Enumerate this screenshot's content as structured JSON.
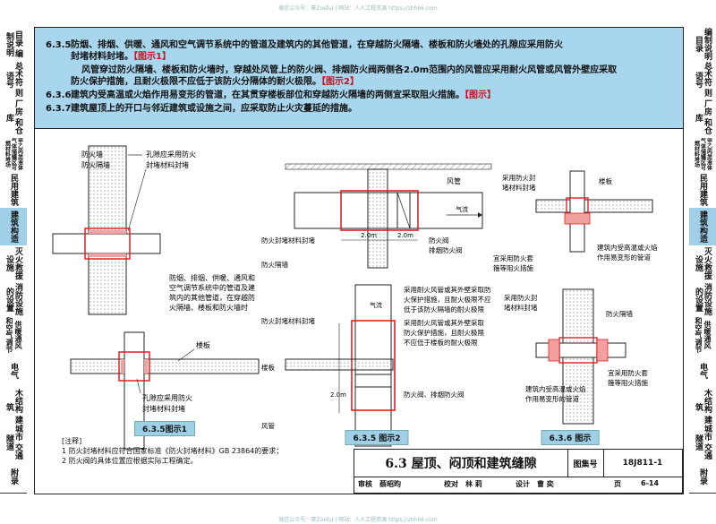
{
  "watermark_top": "微信公众号：豪Zoeful | 网站：人人工程资源 https://zhh66.com",
  "watermark_bottom": "微信公众号：豪Zoeful | 网站：人人工程资源 https://zhh66.com",
  "left_tabs": [
    {
      "label": "目录 编制说明",
      "active": false
    },
    {
      "label": "总术符 则语号",
      "active": false
    },
    {
      "label": "厂房 和仓库",
      "active": false
    },
    {
      "label": "甲乙丙类液体气体储罐区可燃材料堆场",
      "active": false
    },
    {
      "label": "民用建筑",
      "active": false
    },
    {
      "label": "建筑构造",
      "active": true
    },
    {
      "label": "灭火救援 设施",
      "active": false
    },
    {
      "label": "消防设施 的设置",
      "active": false
    },
    {
      "label": "供暖通风 和空气调节",
      "active": false
    },
    {
      "label": "电气",
      "active": false
    },
    {
      "label": "木结构 建筑",
      "active": false
    },
    {
      "label": "城市 交通隧道",
      "active": false
    },
    {
      "label": "附录",
      "active": false
    }
  ],
  "right_tabs": [
    {
      "label": "编制说明 目录",
      "active": false
    },
    {
      "label": "总术符 则语号",
      "active": false
    },
    {
      "label": "厂房 和仓库",
      "active": false
    },
    {
      "label": "甲乙丙类液体气体储罐区可燃材料堆场",
      "active": false
    },
    {
      "label": "民用建筑",
      "active": false
    },
    {
      "label": "建筑构造",
      "active": true
    },
    {
      "label": "灭火救援 设施",
      "active": false
    },
    {
      "label": "消防设施 的设置",
      "active": false
    },
    {
      "label": "供暖通风 和空气调节",
      "active": false
    },
    {
      "label": "电气",
      "active": false
    },
    {
      "label": "木结构 建筑",
      "active": false
    },
    {
      "label": "城市 交通隧道",
      "active": false
    },
    {
      "label": "附录",
      "active": false
    }
  ],
  "requirements": [
    {
      "num": "6.3.5",
      "text": "防烟、排烟、供暖、通风和空气调节系统中的管道及建筑内的其他管道，在穿越防火隔墙、楼板和防火墙处的孔隙应采用防火",
      "tag": ""
    },
    {
      "num": "",
      "text": "封堵材料封堵。",
      "tag": "【图示1】"
    },
    {
      "num": "",
      "text": "风管穿过防火隔墙、楼板和防火墙时，穿越处风管上的防火阀、排烟防火阀两侧各2.0m范围内的风管应采用耐火风管或风管外壁应采取",
      "tag": ""
    },
    {
      "num": "",
      "text": "防火保护措施，且耐火极限不应低于该防火分隔体的耐火极限。",
      "tag": "【图示2】"
    },
    {
      "num": "6.3.6",
      "text": "建筑内受高温或火焰作用易变形的管道，在其贯穿楼板部位和穿越防火隔墙的两侧宜采取阻火措施。",
      "tag": "【图示】"
    },
    {
      "num": "6.3.7",
      "text": "建筑屋顶上的开口与邻近建筑或设施之间，应采取防止火灾蔓延的措施。",
      "tag": ""
    }
  ],
  "figure1": {
    "caption": "6.3.5图示1",
    "labels": {
      "wall": "防火墙",
      "partition": "防火隔墙",
      "gap_top": "孔隙应采用防火",
      "gap_top2": "封堵材料封堵",
      "desc1": "防烟、排烟、供暖、通风和",
      "desc2": "空气调节系统中的管道及建",
      "desc3": "筑内的其他管道，在穿越防",
      "desc4": "火隔墙、楼板和防火墙时",
      "floor": "楼板",
      "gap_bottom": "孔隙应采用防火",
      "gap_bottom2": "封堵材料封堵"
    }
  },
  "figure2": {
    "caption": "6.3.5 图示2",
    "labels": {
      "duct": "风管",
      "airflow": "气流",
      "sealing": "防火封堵材料封堵",
      "partition": "防火隔墙",
      "dim1": "2.0m",
      "dim2": "2.0m",
      "valve": "防火阀",
      "smoke_valve": "排烟防火阀",
      "note1a": "采用耐火风管或其外壁采取防",
      "note1b": "火保护措施，且耐火极限不应",
      "note1c": "低于该防火隔墙的耐火极限",
      "note2a": "采用耐火风管或其外壁采取",
      "note2b": "防火保护措施，且耐火极限",
      "note2c": "不应低于楼板的耐火极限",
      "sealing2": "防火封堵材料封堵",
      "airflow2": "气流",
      "floor": "楼板",
      "vdim": "2.0m",
      "valve2": "防火阀、排烟防火阀",
      "duct2": "风管"
    }
  },
  "figure3": {
    "caption": "6.3.6 图示",
    "labels": {
      "top_seal1": "采用防火封",
      "top_seal2": "堵材料封堵",
      "floor": "楼板",
      "collar1": "宜采用防火套",
      "collar2": "箍等阻火措施",
      "pipe1": "建筑内受高温或火焰",
      "pipe2": "作用易变形的管道",
      "bot_seal1": "采用防火封",
      "bot_seal2": "堵材料封堵",
      "partition": "防火隔墙",
      "pipe3": "建筑内受高温或火焰",
      "pipe4": "作用易变形的管道",
      "collar3": "宜采用防火套",
      "collar4": "箍等阻火措施"
    }
  },
  "notes": {
    "heading": "[注释]",
    "items": [
      "1  防火封堵材料应符合国家标准《防火封堵材料》GB 23864的要求；",
      "2  防火阀的具体位置应根据实际工程确定。"
    ]
  },
  "title_block": {
    "title": "6.3 屋顶、闷顶和建筑缝隙",
    "atlas_label": "图集号",
    "atlas_no": "18J811-1",
    "review_label": "审核",
    "reviewer": "蔡昭昀",
    "check_label": "校对",
    "checker": "林  莉",
    "design_label": "设计",
    "designer": "曹  奕",
    "page_label": "页",
    "page_no": "6-14"
  },
  "colors": {
    "accent_blue": "#a8d6ee",
    "tab_active": "#9fd0e8",
    "fire_red": "#e02020",
    "seal_fill": "#f3a0a0"
  }
}
